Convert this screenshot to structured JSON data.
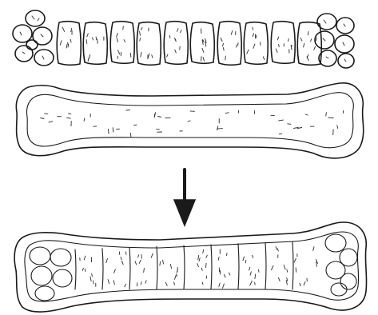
{
  "diagram": {
    "type": "illustration",
    "panels": [
      {
        "id": "segmented-chain"
      },
      {
        "id": "hollow-bone-shape"
      },
      {
        "id": "combined-result"
      }
    ],
    "arrow": {
      "direction": "down"
    },
    "colors": {
      "ink": "#1a1a1a",
      "background": "#ffffff"
    }
  }
}
